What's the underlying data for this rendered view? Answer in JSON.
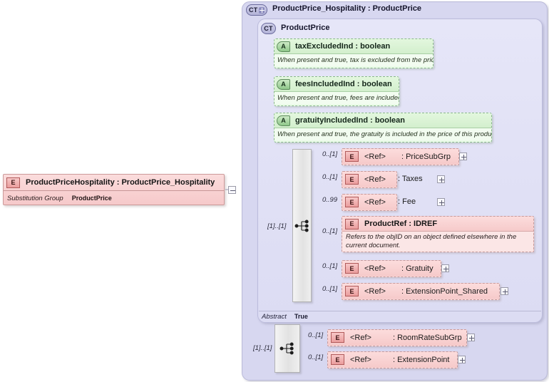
{
  "diagram": {
    "kind": "xsd-schema-diagram",
    "colors": {
      "element_fill": "#f8d2d2",
      "element_border": "#c79b9b",
      "attribute_fill": "#eafbe8",
      "attribute_border": "#8bb98b",
      "complextype_fill": "#dfdff5",
      "complextype_border": "#b9b9d8",
      "compositor_fill": "#e8e8e8",
      "page_background": "#ffffff"
    }
  },
  "root_element": {
    "badge": "E",
    "badge_icon": "element-badge-icon",
    "name": "ProductPriceHospitality",
    "separator": ":",
    "type": "ProductPrice_Hospitality",
    "title": "ProductPriceHospitality : ProductPrice_Hospitality",
    "footer_label": "Substitution Group",
    "footer_value": "ProductPrice",
    "collapse_toggle": "minus"
  },
  "outer_complextype": {
    "badge": "CT",
    "badge_icon": "complextype-expand-badge-icon",
    "has_plus": true,
    "title": "ProductPrice_Hospitality : ProductPrice"
  },
  "inner_complextype": {
    "badge": "CT",
    "badge_icon": "complextype-badge-icon",
    "has_plus": false,
    "title": "ProductPrice",
    "abstract_label": "Abstract",
    "abstract_value": "True"
  },
  "attributes": [
    {
      "badge": "A",
      "badge_icon": "attribute-badge-icon",
      "name": "taxExcludedInd",
      "separator": ":",
      "type": "boolean",
      "title": "taxExcludedInd : boolean",
      "documentation": "When present and true, tax is excluded from the price."
    },
    {
      "badge": "A",
      "badge_icon": "attribute-badge-icon",
      "name": "feesIncludedInd",
      "separator": ":",
      "type": "boolean",
      "title": "feesIncludedInd : boolean",
      "documentation": "When present and true, fees are included."
    },
    {
      "badge": "A",
      "badge_icon": "attribute-badge-icon",
      "name": "gratuityIncludedInd",
      "separator": ":",
      "type": "boolean",
      "title": "gratuityIncludedInd : boolean",
      "documentation": "When present and true, the gratuity is included in the price of this product."
    }
  ],
  "inner_sequence": {
    "compositor": "sequence",
    "compositor_icon": "sequence-compositor-icon",
    "cardinality": "[1]..[1]",
    "children": [
      {
        "badge": "E",
        "cardinality": "0..[1]",
        "ref_label": "<Ref>",
        "type_text": ": PriceSubGrp",
        "expander": "plus",
        "documentation": ""
      },
      {
        "badge": "E",
        "cardinality": "0..[1]",
        "ref_label": "<Ref>",
        "type_text": ": Taxes",
        "expander": "plus",
        "documentation": ""
      },
      {
        "badge": "E",
        "cardinality": "0..99",
        "ref_label": "<Ref>",
        "type_text": ": Fee",
        "expander": "plus",
        "documentation": ""
      },
      {
        "badge": "E",
        "cardinality": "0..[1]",
        "name": "ProductRef",
        "type_text": "ProductRef : IDREF",
        "expander": "none",
        "documentation": "Refers to the objID on an object defined elsewhere in the current document."
      },
      {
        "badge": "E",
        "cardinality": "0..[1]",
        "ref_label": "<Ref>",
        "type_text": ": Gratuity",
        "expander": "plus",
        "documentation": ""
      },
      {
        "badge": "E",
        "cardinality": "0..[1]",
        "ref_label": "<Ref>",
        "type_text": ": ExtensionPoint_Shared",
        "expander": "plus",
        "documentation": ""
      }
    ]
  },
  "outer_sequence": {
    "compositor": "sequence",
    "compositor_icon": "sequence-compositor-icon",
    "cardinality": "[1]..[1]",
    "children": [
      {
        "badge": "E",
        "cardinality": "0..[1]",
        "ref_label": "<Ref>",
        "type_text": ": RoomRateSubGrp",
        "expander": "plus"
      },
      {
        "badge": "E",
        "cardinality": "0..[1]",
        "ref_label": "<Ref>",
        "type_text": ": ExtensionPoint",
        "expander": "plus"
      }
    ]
  }
}
